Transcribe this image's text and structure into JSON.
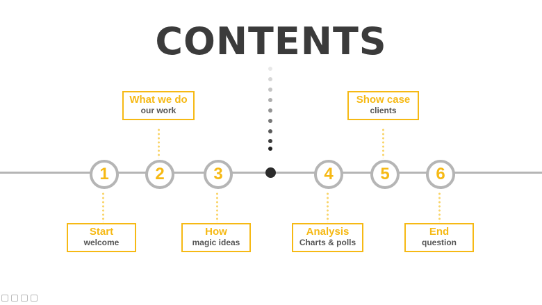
{
  "title": "CONTENTS",
  "nodes": [
    {
      "number": "1",
      "label": "Start",
      "sub": "welcome"
    },
    {
      "number": "2",
      "label": "What we do",
      "sub": "our work"
    },
    {
      "number": "3",
      "label": "How",
      "sub": "magic ideas"
    },
    {
      "number": "4",
      "label": "Analysis",
      "sub": "Charts & polls"
    },
    {
      "number": "5",
      "label": "Show case",
      "sub": "clients"
    },
    {
      "number": "6",
      "label": "End",
      "sub": "question"
    }
  ],
  "colors": {
    "accent": "#f6b914",
    "title": "#3b3b3b",
    "line": "#b5b5b5",
    "center_dot": "#2b2b2b"
  }
}
